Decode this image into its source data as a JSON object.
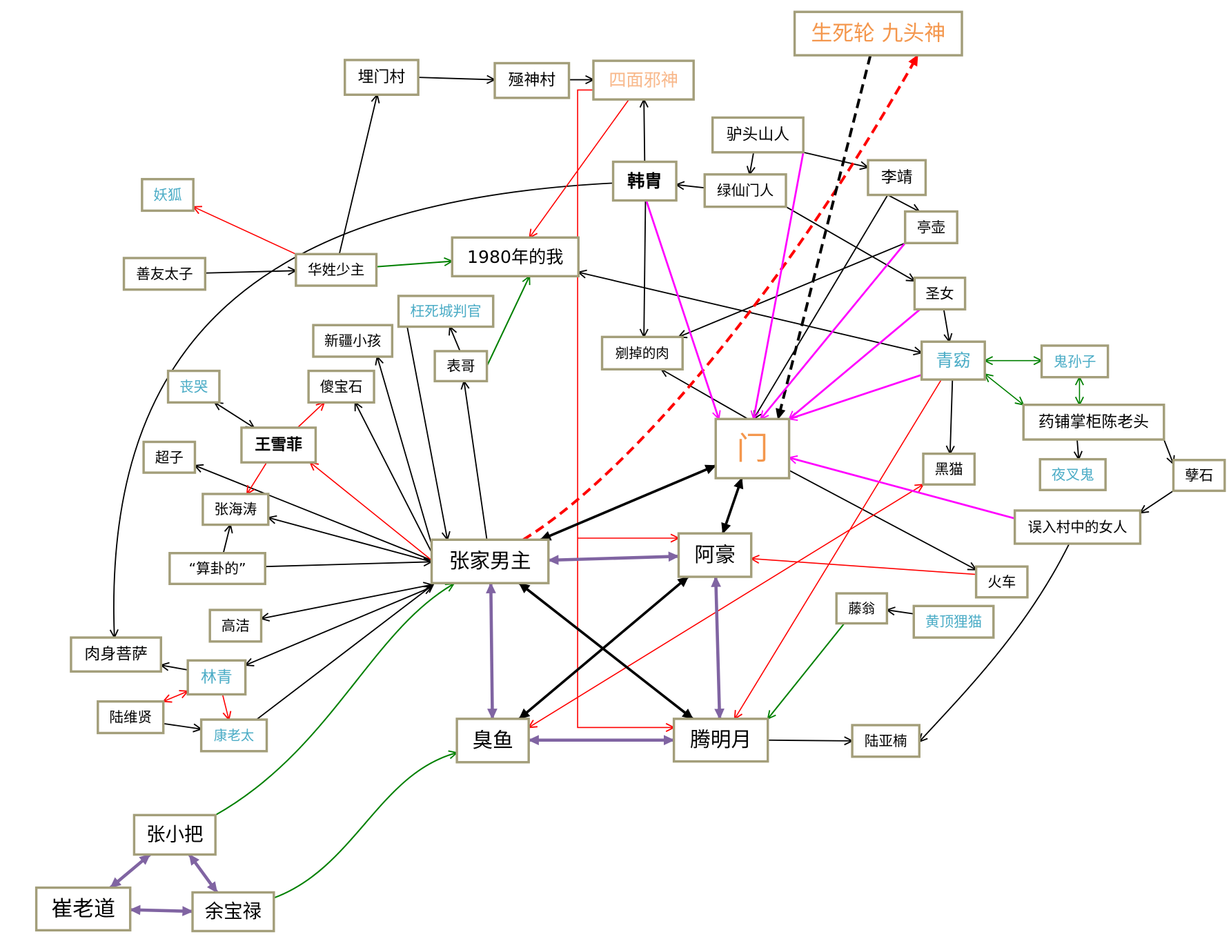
{
  "colors": {
    "box_border": "#A39E7A",
    "text_default": "#000000",
    "text_blue": "#4BACC6",
    "text_orange": "#F4974D",
    "text_light_orange": "#F8B88B",
    "edge_black": "#000000",
    "edge_red": "#FF0000",
    "edge_green": "#008000",
    "edge_magenta": "#FF00FF",
    "edge_purple": "#8064A2"
  },
  "nodes": [
    {
      "id": "maimencun",
      "label": "埋门村"
    },
    {
      "id": "jishencun",
      "label": "殛神村"
    },
    {
      "id": "simianxieshen",
      "label": "四面邪神"
    },
    {
      "id": "shengsilun",
      "label": "生死轮 九头神"
    },
    {
      "id": "lvtoushanren",
      "label": "驴头山人"
    },
    {
      "id": "hanzhou",
      "label": "韩胄"
    },
    {
      "id": "lvxianmenren",
      "label": "绿仙门人"
    },
    {
      "id": "lijing",
      "label": "李靖"
    },
    {
      "id": "tinghu",
      "label": "亭壶"
    },
    {
      "id": "yaohu",
      "label": "妖狐"
    },
    {
      "id": "shanyoutaizi",
      "label": "善友太子"
    },
    {
      "id": "huaxingshaozhu",
      "label": "华姓少主"
    },
    {
      "id": "wo1980",
      "label": "1980年的我"
    },
    {
      "id": "shengnv",
      "label": "圣女"
    },
    {
      "id": "wangsichengpanguan",
      "label": "枉死城判官"
    },
    {
      "id": "xinjiangxiaohai",
      "label": "新疆小孩"
    },
    {
      "id": "biaoge",
      "label": "表哥"
    },
    {
      "id": "wandiaoderou",
      "label": "剜掉的肉"
    },
    {
      "id": "qingyao",
      "label": "青窈"
    },
    {
      "id": "guisunzi",
      "label": "鬼孙子"
    },
    {
      "id": "sangku",
      "label": "丧哭"
    },
    {
      "id": "shabaoshi",
      "label": "傻宝石"
    },
    {
      "id": "men",
      "label": "门"
    },
    {
      "id": "yaopu",
      "label": "药铺掌柜陈老头"
    },
    {
      "id": "wangxuefei",
      "label": "王雪菲"
    },
    {
      "id": "chaozi",
      "label": "超子"
    },
    {
      "id": "heimao",
      "label": "黑猫"
    },
    {
      "id": "yechagui",
      "label": "夜叉鬼"
    },
    {
      "id": "nieshi",
      "label": "孽石"
    },
    {
      "id": "zhanghaitao",
      "label": "张海涛"
    },
    {
      "id": "wurunv",
      "label": "误入村中的女人"
    },
    {
      "id": "zhangjiananzhu",
      "label": "张家男主"
    },
    {
      "id": "ahao",
      "label": "阿豪"
    },
    {
      "id": "suanguade",
      "label": "“算卦的”"
    },
    {
      "id": "huoche",
      "label": "火车"
    },
    {
      "id": "gaojie",
      "label": "高洁"
    },
    {
      "id": "tengweng",
      "label": "藤翁"
    },
    {
      "id": "huangdinglimao",
      "label": "黄顶狸猫"
    },
    {
      "id": "roushenpusa",
      "label": "肉身菩萨"
    },
    {
      "id": "linqing",
      "label": "林青"
    },
    {
      "id": "luweixian",
      "label": "陆维贤"
    },
    {
      "id": "kanglaotai",
      "label": "康老太"
    },
    {
      "id": "chouyu",
      "label": "臭鱼"
    },
    {
      "id": "tengmingyue",
      "label": "腾明月"
    },
    {
      "id": "luyanan",
      "label": "陆亚楠"
    },
    {
      "id": "zhangxiaoba",
      "label": "张小把"
    },
    {
      "id": "cuilaodao",
      "label": "崔老道"
    },
    {
      "id": "yubaolu",
      "label": "余宝禄"
    }
  ],
  "edges": [
    {
      "from": "maimencun",
      "to": "jishencun",
      "type": "black"
    },
    {
      "from": "jishencun",
      "to": "simianxieshen",
      "type": "black"
    },
    {
      "from": "huaxingshaozhu",
      "to": "maimencun",
      "type": "black"
    },
    {
      "from": "shanyoutaizi",
      "to": "huaxingshaozhu",
      "type": "black"
    },
    {
      "from": "hanzhou",
      "to": "simianxieshen",
      "type": "black"
    },
    {
      "from": "hanzhou",
      "to": "roushenpusa",
      "type": "black"
    },
    {
      "from": "lvxianmenren",
      "to": "hanzhou",
      "type": "black"
    },
    {
      "from": "lvtoushanren",
      "to": "lvxianmenren",
      "type": "black"
    },
    {
      "from": "lvtoushanren",
      "to": "lijing",
      "type": "black"
    },
    {
      "from": "lijing",
      "to": "tinghu",
      "type": "black"
    },
    {
      "from": "lvxianmenren",
      "to": "shengnv",
      "type": "black"
    },
    {
      "from": "lijing",
      "to": "men",
      "type": "black"
    },
    {
      "from": "tinghu",
      "to": "wandiaoderou",
      "type": "black"
    },
    {
      "from": "hanzhou",
      "to": "wandiaoderou",
      "type": "black"
    },
    {
      "from": "shengnv",
      "to": "qingyao",
      "type": "black"
    },
    {
      "from": "qingyao",
      "to": "wo1980",
      "type": "black-both"
    },
    {
      "from": "men",
      "to": "wandiaoderou",
      "type": "black"
    },
    {
      "from": "qingyao",
      "to": "heimao",
      "type": "black"
    },
    {
      "from": "yaopu",
      "to": "yechagui",
      "type": "black"
    },
    {
      "from": "yaopu",
      "to": "nieshi",
      "type": "black"
    },
    {
      "from": "nieshi",
      "to": "wurunv",
      "type": "black"
    },
    {
      "from": "men",
      "to": "huoche",
      "type": "black"
    },
    {
      "from": "wurunv",
      "to": "luyanan",
      "type": "black"
    },
    {
      "from": "tengmingyue",
      "to": "luyanan",
      "type": "black"
    },
    {
      "from": "huangdinglimao",
      "to": "tengweng",
      "type": "black"
    },
    {
      "from": "biaoge",
      "to": "wangsichengpanguan",
      "type": "black"
    },
    {
      "from": "zhangjiananzhu",
      "to": "biaoge",
      "type": "black"
    },
    {
      "from": "wangsichengpanguan",
      "to": "zhangjiananzhu",
      "type": "black"
    },
    {
      "from": "zhangjiananzhu",
      "to": "xinjiangxiaohai",
      "type": "black"
    },
    {
      "from": "zhangjiananzhu",
      "to": "shabaoshi",
      "type": "black"
    },
    {
      "from": "zhangjiananzhu",
      "to": "chaozi",
      "type": "black"
    },
    {
      "from": "zhangjiananzhu",
      "to": "zhanghaitao",
      "type": "black"
    },
    {
      "from": "suanguade",
      "to": "zhangjiananzhu",
      "type": "black"
    },
    {
      "from": "suanguade",
      "to": "zhanghaitao",
      "type": "black"
    },
    {
      "from": "sangku",
      "to": "wangxuefei",
      "type": "black-both"
    },
    {
      "from": "zhangjiananzhu",
      "to": "gaojie",
      "type": "black-both"
    },
    {
      "from": "zhangjiananzhu",
      "to": "linqing",
      "type": "black-both"
    },
    {
      "from": "kanglaotai",
      "to": "zhangjiananzhu",
      "type": "black"
    },
    {
      "from": "linqing",
      "to": "roushenpusa",
      "type": "black"
    },
    {
      "from": "luweixian",
      "to": "kanglaotai",
      "type": "black"
    },
    {
      "from": "simianxieshen",
      "to": "tengmingyue",
      "type": "red"
    },
    {
      "from": "simianxieshen",
      "to": "ahao",
      "type": "red"
    },
    {
      "from": "simianxieshen",
      "to": "wo1980",
      "type": "red"
    },
    {
      "from": "huaxingshaozhu",
      "to": "yaohu",
      "type": "red"
    },
    {
      "from": "wangxuefei",
      "to": "shabaoshi",
      "type": "red"
    },
    {
      "from": "wangxuefei",
      "to": "zhanghaitao",
      "type": "red"
    },
    {
      "from": "zhangjiananzhu",
      "to": "wangxuefei",
      "type": "red"
    },
    {
      "from": "huoche",
      "to": "ahao",
      "type": "red"
    },
    {
      "from": "qingyao",
      "to": "tengmingyue",
      "type": "red"
    },
    {
      "from": "heimao",
      "to": "chouyu",
      "type": "red-both"
    },
    {
      "from": "linqing",
      "to": "luweixian",
      "type": "red-both"
    },
    {
      "from": "linqing",
      "to": "kanglaotai",
      "type": "red"
    },
    {
      "from": "zhangjiananzhu",
      "to": "shengsilun",
      "type": "red-dashed"
    },
    {
      "from": "shengsilun",
      "to": "men",
      "type": "black-dashed"
    },
    {
      "from": "huaxingshaozhu",
      "to": "wo1980",
      "type": "green"
    },
    {
      "from": "biaoge",
      "to": "wo1980",
      "type": "green"
    },
    {
      "from": "qingyao",
      "to": "guisunzi",
      "type": "green-both"
    },
    {
      "from": "qingyao",
      "to": "yaopu",
      "type": "green-both"
    },
    {
      "from": "guisunzi",
      "to": "yaopu",
      "type": "green-both"
    },
    {
      "from": "tengweng",
      "to": "tengmingyue",
      "type": "green"
    },
    {
      "from": "zhangxiaoba",
      "to": "zhangjiananzhu",
      "type": "green"
    },
    {
      "from": "yubaolu",
      "to": "chouyu",
      "type": "green"
    },
    {
      "from": "hanzhou",
      "to": "men",
      "type": "magenta"
    },
    {
      "from": "lvtoushanren",
      "to": "men",
      "type": "magenta"
    },
    {
      "from": "tinghu",
      "to": "men",
      "type": "magenta"
    },
    {
      "from": "shengnv",
      "to": "men",
      "type": "magenta"
    },
    {
      "from": "qingyao",
      "to": "men",
      "type": "magenta"
    },
    {
      "from": "wurunv",
      "to": "men",
      "type": "magenta"
    },
    {
      "from": "zhangjiananzhu",
      "to": "men",
      "type": "black-thick-both"
    },
    {
      "from": "men",
      "to": "ahao",
      "type": "black-thick-both"
    },
    {
      "from": "zhangjiananzhu",
      "to": "tengmingyue",
      "type": "black-thick-both"
    },
    {
      "from": "ahao",
      "to": "chouyu",
      "type": "black-thick-both"
    },
    {
      "from": "zhangjiananzhu",
      "to": "ahao",
      "type": "purple-both"
    },
    {
      "from": "zhangjiananzhu",
      "to": "chouyu",
      "type": "purple-both"
    },
    {
      "from": "ahao",
      "to": "tengmingyue",
      "type": "purple-both"
    },
    {
      "from": "chouyu",
      "to": "tengmingyue",
      "type": "purple-both"
    },
    {
      "from": "zhangxiaoba",
      "to": "cuilaodao",
      "type": "purple-both"
    },
    {
      "from": "zhangxiaoba",
      "to": "yubaolu",
      "type": "purple-both"
    },
    {
      "from": "cuilaodao",
      "to": "yubaolu",
      "type": "purple-both"
    }
  ]
}
